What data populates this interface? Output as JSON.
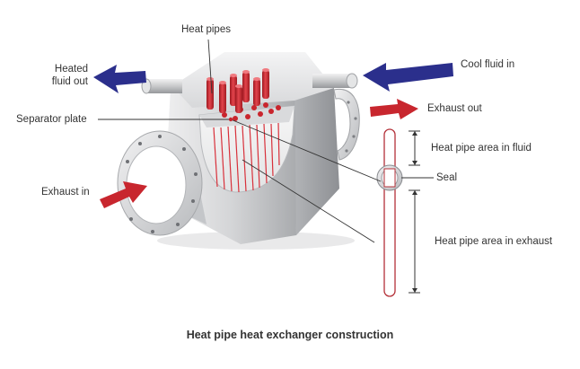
{
  "labels": {
    "heat_pipes": "Heat pipes",
    "heated_fluid_out_line1": "Heated",
    "heated_fluid_out_line2": "fluid out",
    "cool_fluid_in": "Cool fluid in",
    "separator_plate": "Separator plate",
    "exhaust_out": "Exhaust out",
    "heat_pipe_area_in_fluid": "Heat pipe area in fluid",
    "seal": "Seal",
    "exhaust_in": "Exhaust in",
    "heat_pipe_area_in_exhaust": "Heat pipe area in exhaust"
  },
  "caption": "Heat pipe heat exchanger construction",
  "colors": {
    "fluid_arrow": "#2b2f8c",
    "exhaust_arrow": "#c8262e",
    "heat_pipe": "#d8303a",
    "housing": "#c9cbcd",
    "leader_line": "#333333"
  }
}
